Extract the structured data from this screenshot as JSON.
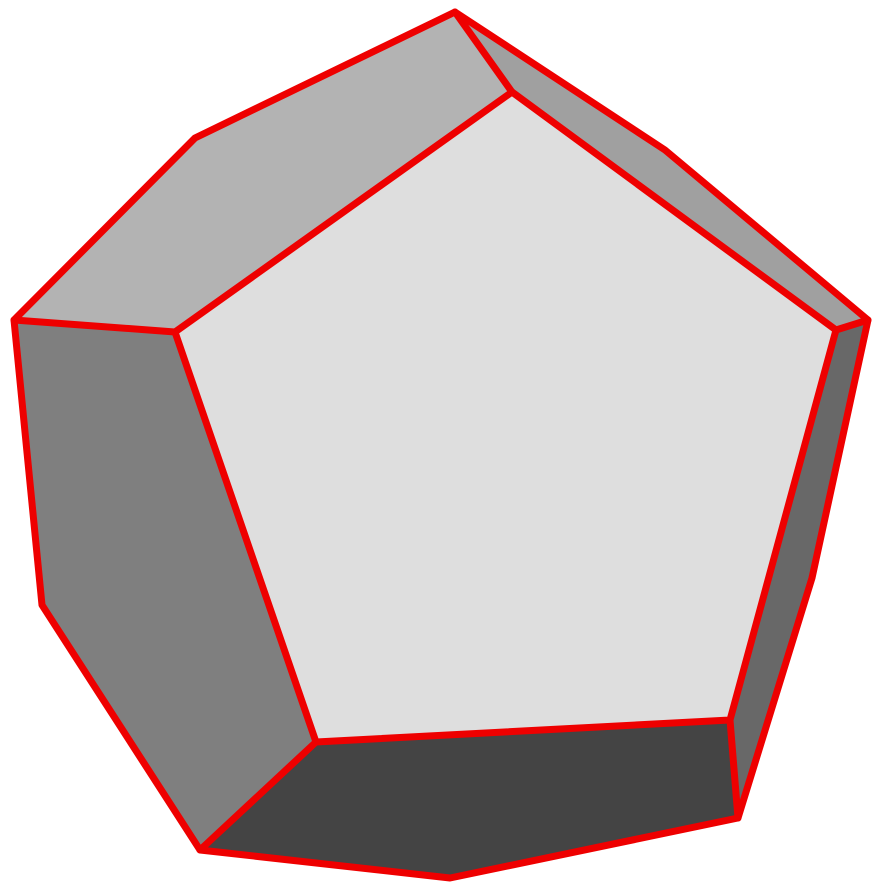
{
  "figure": {
    "kind": "dodecahedron",
    "edge_color": "#ee0000",
    "background": "#ffffff"
  },
  "faces": [
    {
      "id": "top-left-face",
      "fill": "#b3b3b3"
    },
    {
      "id": "top-right-face",
      "fill": "#a0a0a0"
    },
    {
      "id": "left-face",
      "fill": "#7f7f7f"
    },
    {
      "id": "right-face",
      "fill": "#686868"
    },
    {
      "id": "bottom-face",
      "fill": "#444444"
    },
    {
      "id": "front-face",
      "fill": "#dedede"
    }
  ]
}
